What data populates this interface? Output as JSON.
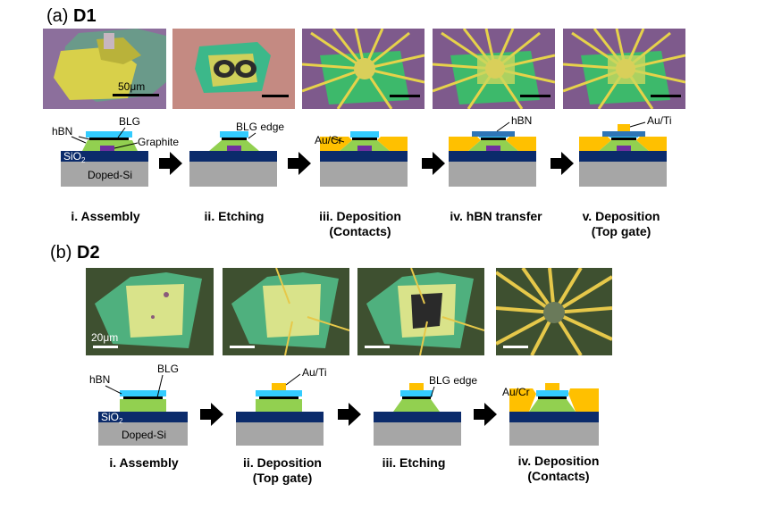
{
  "panel_a": {
    "letter": "(a)",
    "device": "D1",
    "scale_label": "50μm",
    "labels": {
      "hbn": "hBN",
      "blg": "BLG",
      "graphite": "Graphite",
      "sio2_main": "SiO",
      "sio2_sub": "2",
      "doped_si": "Doped-Si",
      "blg_edge": "BLG edge",
      "au_cr": "Au/Cr",
      "hbn_top": "hBN",
      "au_ti": "Au/Ti"
    },
    "steps": [
      {
        "line1": "i. Assembly",
        "line2": ""
      },
      {
        "line1": "ii. Etching",
        "line2": ""
      },
      {
        "line1": "iii. Deposition",
        "line2": "(Contacts)"
      },
      {
        "line1": "iv. hBN transfer",
        "line2": ""
      },
      {
        "line1": "v. Deposition",
        "line2": "(Top gate)"
      }
    ]
  },
  "panel_b": {
    "letter": "(b)",
    "device": "D2",
    "scale_label": "20μm",
    "labels": {
      "hbn": "hBN",
      "blg": "BLG",
      "sio2_main": "SiO",
      "sio2_sub": "2",
      "doped_si": "Doped-Si",
      "au_ti": "Au/Ti",
      "blg_edge": "BLG edge",
      "au_cr": "Au/Cr"
    },
    "steps": [
      {
        "line1": "i. Assembly",
        "line2": ""
      },
      {
        "line1": "ii. Deposition",
        "line2": "(Top gate)"
      },
      {
        "line1": "iii. Etching",
        "line2": ""
      },
      {
        "line1": "iv. Deposition",
        "line2": "(Contacts)"
      }
    ]
  },
  "colors": {
    "substrate": "#a6a6a6",
    "sio2": "#0b2b6b",
    "graphite_bottom": "#7030a0",
    "hbn_green": "#92d050",
    "blg_black": "#000000",
    "hbn_cyan": "#33ccff",
    "gold": "#ffc000",
    "hbn_blue": "#2e75b6",
    "arrow": "#000000"
  }
}
